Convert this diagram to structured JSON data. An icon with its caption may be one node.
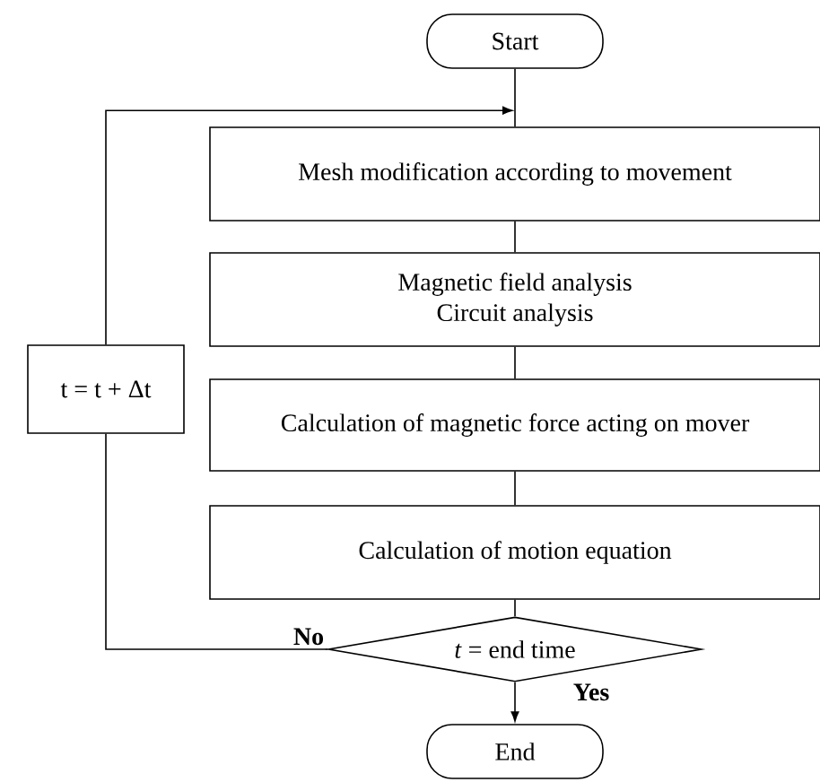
{
  "diagram": {
    "nodes": [
      {
        "text": [
          "Start"
        ]
      },
      {
        "text": [
          "Mesh modification according to movement"
        ]
      },
      {
        "text": [
          "Magnetic field analysis",
          "Circuit analysis"
        ]
      },
      {
        "text": [
          "t = t + Δt"
        ]
      },
      {
        "text": [
          "Calculation of magnetic force acting on mover"
        ]
      },
      {
        "text": [
          "Calculation of motion equation"
        ]
      },
      {
        "text": [
          "*t* = end time"
        ]
      },
      {
        "text": [
          "End"
        ]
      }
    ],
    "edges": [
      {
        "from": 0,
        "to": 1,
        "arrow": "none"
      },
      {
        "from": 1,
        "to": 2,
        "arrow": "none"
      },
      {
        "from": 2,
        "to": 4,
        "arrow": "none"
      },
      {
        "from": 4,
        "to": 5,
        "arrow": "none"
      },
      {
        "from": 5,
        "to": 6,
        "arrow": "none"
      },
      {
        "from": 6,
        "to": 7,
        "arrow": "to",
        "label": "Yes"
      },
      {
        "from": 6,
        "to": 3,
        "arrow": "none",
        "label": "No"
      },
      {
        "from": 3,
        "to": 1,
        "arrow": "to"
      }
    ]
  }
}
